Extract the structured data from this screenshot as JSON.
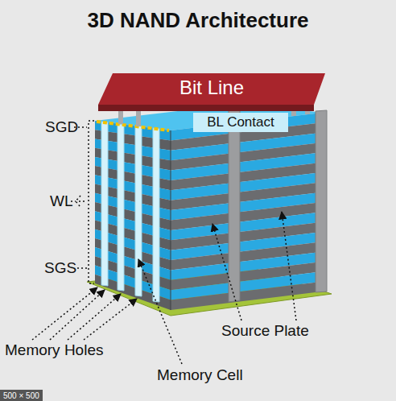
{
  "diagram": {
    "title": "3D NAND Architecture",
    "nodes": [
      {
        "text": [
          "Bit Line"
        ]
      },
      {
        "text": [
          "BL Contact"
        ]
      }
    ],
    "labels": [
      "SGD",
      "WL",
      "SGS",
      "Memory Holes",
      "Source Plate",
      "Memory Cell",
      "500 × 500"
    ]
  }
}
